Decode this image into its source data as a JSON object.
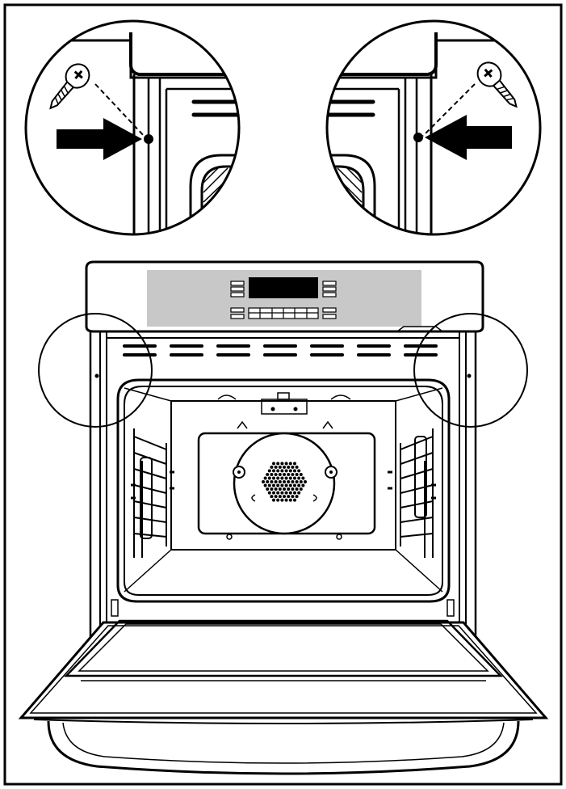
{
  "colors": {
    "ink": "#000000",
    "panel": "#c8c8c8",
    "background": "#ffffff",
    "fan": "#000000"
  },
  "parts": [
    "frame",
    "detail-circle-left",
    "detail-circle-right",
    "mounting-screw-icon",
    "arrow-icon",
    "control-panel",
    "oven-cavity",
    "oven-rack",
    "convection-fan",
    "oven-door"
  ]
}
